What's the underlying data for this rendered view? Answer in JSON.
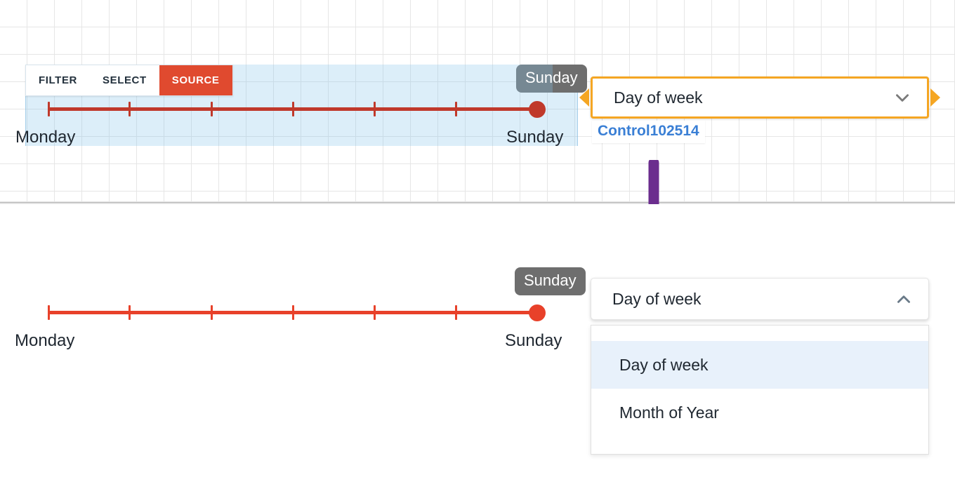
{
  "canvas": {
    "toolbar": {
      "buttons": [
        {
          "label": "FILTER",
          "active": false
        },
        {
          "label": "SELECT",
          "active": false
        },
        {
          "label": "SOURCE",
          "active": true
        }
      ]
    },
    "slider": {
      "min_label": "Monday",
      "max_label": "Sunday",
      "tooltip": "Sunday",
      "ticks": 7,
      "value_fraction": 1.0
    },
    "dropdown": {
      "value": "Day of week",
      "chevron": "chevron-down-icon",
      "selected": true,
      "accent_color": "#f5a623"
    },
    "control_badge": "Control102514"
  },
  "annotation": {
    "arrow": "down-arrow",
    "color": "#6b2d8e"
  },
  "preview": {
    "slider": {
      "min_label": "Monday",
      "max_label": "Sunday",
      "tooltip": "Sunday",
      "ticks": 7,
      "value_fraction": 1.0
    },
    "dropdown": {
      "value": "Day of week",
      "chevron": "chevron-up-icon",
      "expanded": true,
      "options": [
        {
          "label": "Day of week",
          "selected": true
        },
        {
          "label": "Month of Year",
          "selected": false
        }
      ]
    }
  },
  "colors": {
    "source_red": "#e04a2f",
    "slider_top_red": "#c0392b",
    "slider_bottom_red": "#e8412a",
    "tooltip_gray": "#6e6e6e",
    "badge_blue": "#3a7fd5",
    "selection_blue": "#8cc8eb",
    "highlight_blue": "#e8f1fb"
  }
}
